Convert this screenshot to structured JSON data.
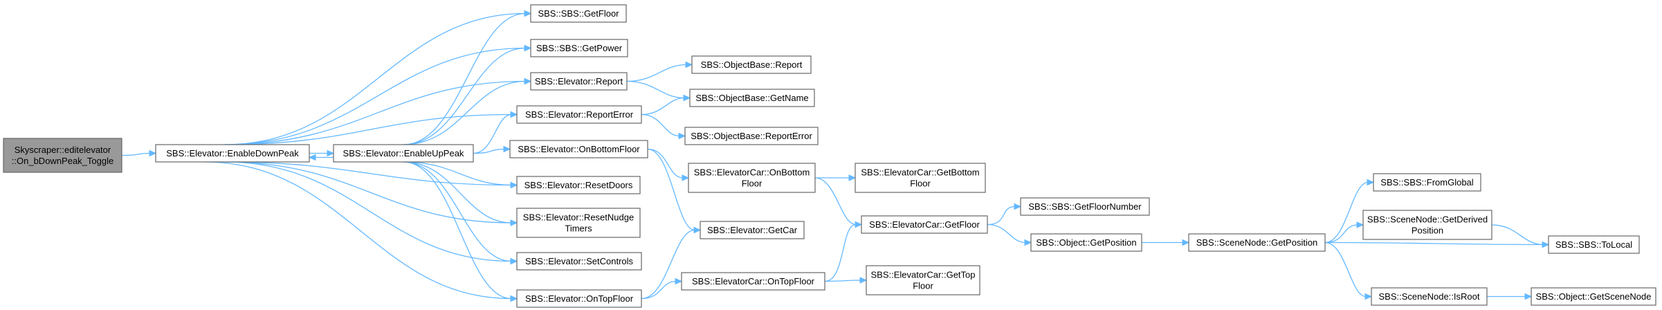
{
  "diagram": {
    "nodes": [
      {
        "id": "root",
        "lines": [
          "Skyscraper::editelevator",
          "::On_bDownPeak_Toggle"
        ],
        "root": true
      },
      {
        "id": "enableDown",
        "lines": [
          "SBS::Elevator::EnableDownPeak"
        ]
      },
      {
        "id": "enableUp",
        "lines": [
          "SBS::Elevator::EnableUpPeak"
        ]
      },
      {
        "id": "getFloor",
        "lines": [
          "SBS::SBS::GetFloor"
        ]
      },
      {
        "id": "getPower",
        "lines": [
          "SBS::SBS::GetPower"
        ]
      },
      {
        "id": "report",
        "lines": [
          "SBS::Elevator::Report"
        ]
      },
      {
        "id": "reportError",
        "lines": [
          "SBS::Elevator::ReportError"
        ]
      },
      {
        "id": "onBottomFloor",
        "lines": [
          "SBS::Elevator::OnBottomFloor"
        ]
      },
      {
        "id": "resetDoors",
        "lines": [
          "SBS::Elevator::ResetDoors"
        ]
      },
      {
        "id": "resetNudge",
        "lines": [
          "SBS::Elevator::ResetNudge",
          "Timers"
        ]
      },
      {
        "id": "setControls",
        "lines": [
          "SBS::Elevator::SetControls"
        ]
      },
      {
        "id": "onTopFloor",
        "lines": [
          "SBS::Elevator::OnTopFloor"
        ]
      },
      {
        "id": "objReport",
        "lines": [
          "SBS::ObjectBase::Report"
        ]
      },
      {
        "id": "objGetName",
        "lines": [
          "SBS::ObjectBase::GetName"
        ]
      },
      {
        "id": "objReportError",
        "lines": [
          "SBS::ObjectBase::ReportError"
        ]
      },
      {
        "id": "carOnBottom",
        "lines": [
          "SBS::ElevatorCar::OnBottom",
          "Floor"
        ]
      },
      {
        "id": "getCar",
        "lines": [
          "SBS::Elevator::GetCar"
        ]
      },
      {
        "id": "carOnTop",
        "lines": [
          "SBS::ElevatorCar::OnTopFloor"
        ]
      },
      {
        "id": "carGetBottom",
        "lines": [
          "SBS::ElevatorCar::GetBottom",
          "Floor"
        ]
      },
      {
        "id": "carGetFloor",
        "lines": [
          "SBS::ElevatorCar::GetFloor"
        ]
      },
      {
        "id": "carGetTop",
        "lines": [
          "SBS::ElevatorCar::GetTop",
          "Floor"
        ]
      },
      {
        "id": "getFloorNumber",
        "lines": [
          "SBS::SBS::GetFloorNumber"
        ]
      },
      {
        "id": "objGetPosition",
        "lines": [
          "SBS::Object::GetPosition"
        ]
      },
      {
        "id": "snGetPosition",
        "lines": [
          "SBS::SceneNode::GetPosition"
        ]
      },
      {
        "id": "fromGlobal",
        "lines": [
          "SBS::SBS::FromGlobal"
        ]
      },
      {
        "id": "snGetDerived",
        "lines": [
          "SBS::SceneNode::GetDerived",
          "Position"
        ]
      },
      {
        "id": "toLocal",
        "lines": [
          "SBS::SBS::ToLocal"
        ]
      },
      {
        "id": "snIsRoot",
        "lines": [
          "SBS::SceneNode::IsRoot"
        ]
      },
      {
        "id": "objGetSceneNode",
        "lines": [
          "SBS::Object::GetSceneNode"
        ]
      }
    ],
    "edges": [
      [
        "root",
        "enableDown"
      ],
      [
        "enableDown",
        "getFloor"
      ],
      [
        "enableDown",
        "getPower"
      ],
      [
        "enableDown",
        "report"
      ],
      [
        "enableDown",
        "reportError"
      ],
      [
        "enableDown",
        "enableUp"
      ],
      [
        "enableDown",
        "resetDoors"
      ],
      [
        "enableDown",
        "resetNudge"
      ],
      [
        "enableDown",
        "setControls"
      ],
      [
        "enableDown",
        "onTopFloor"
      ],
      [
        "enableUp",
        "enableDown"
      ],
      [
        "enableUp",
        "getFloor"
      ],
      [
        "enableUp",
        "getPower"
      ],
      [
        "enableUp",
        "report"
      ],
      [
        "enableUp",
        "reportError"
      ],
      [
        "enableUp",
        "onBottomFloor"
      ],
      [
        "enableUp",
        "resetDoors"
      ],
      [
        "enableUp",
        "resetNudge"
      ],
      [
        "enableUp",
        "setControls"
      ],
      [
        "enableUp",
        "onTopFloor"
      ],
      [
        "report",
        "objReport"
      ],
      [
        "report",
        "objGetName"
      ],
      [
        "reportError",
        "objGetName"
      ],
      [
        "reportError",
        "objReportError"
      ],
      [
        "onBottomFloor",
        "carOnBottom"
      ],
      [
        "onBottomFloor",
        "getCar"
      ],
      [
        "onTopFloor",
        "getCar"
      ],
      [
        "onTopFloor",
        "carOnTop"
      ],
      [
        "carOnBottom",
        "carGetBottom"
      ],
      [
        "carOnBottom",
        "carGetFloor"
      ],
      [
        "carOnTop",
        "carGetFloor"
      ],
      [
        "carOnTop",
        "carGetTop"
      ],
      [
        "carGetFloor",
        "getFloorNumber"
      ],
      [
        "carGetFloor",
        "objGetPosition"
      ],
      [
        "objGetPosition",
        "snGetPosition"
      ],
      [
        "snGetPosition",
        "fromGlobal"
      ],
      [
        "snGetPosition",
        "snGetDerived"
      ],
      [
        "snGetPosition",
        "toLocal"
      ],
      [
        "snGetPosition",
        "snIsRoot"
      ],
      [
        "snGetDerived",
        "toLocal"
      ],
      [
        "snIsRoot",
        "objGetSceneNode"
      ]
    ]
  },
  "colors": {
    "edge": "#63b8ff",
    "root_fill": "#999999",
    "node_border": "#666666"
  }
}
